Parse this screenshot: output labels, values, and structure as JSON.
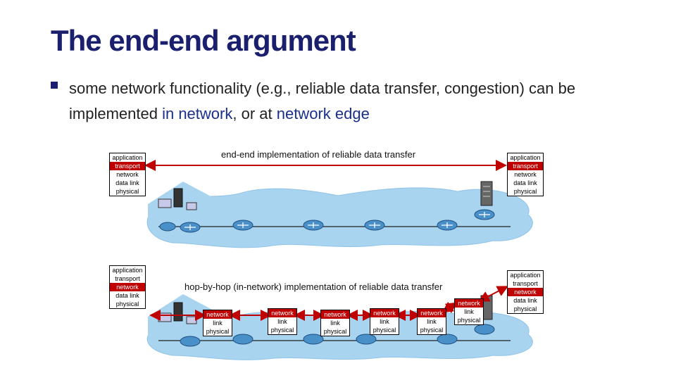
{
  "title": "The end-end argument",
  "bullet": {
    "part1": "some network functionality (e.g., reliable data transfer, congestion) can be implemented ",
    "in_network": "in network",
    "part2": ", or at ",
    "network_edge": "network edge"
  },
  "top": {
    "label": "end-end implementation of reliable data transfer",
    "left_stack": [
      "application",
      "transport",
      "network",
      "data link",
      "physical"
    ],
    "right_stack": [
      "application",
      "transport",
      "network",
      "data link",
      "physical"
    ],
    "highlight_layer": "transport"
  },
  "bottom": {
    "label": "hop-by-hop (in-network) implementation of reliable data transfer",
    "left_stack": [
      "application",
      "transport",
      "network",
      "data link",
      "physical"
    ],
    "right_stack": [
      "application",
      "transport",
      "network",
      "data link",
      "physical"
    ],
    "highlight_layer": "network",
    "router_stack": [
      "network",
      "link",
      "physical"
    ]
  },
  "colors": {
    "title": "#1a1f6e",
    "highlight": "#c00000",
    "cloud": "#a9d4f0",
    "arrow": "#c00000"
  }
}
